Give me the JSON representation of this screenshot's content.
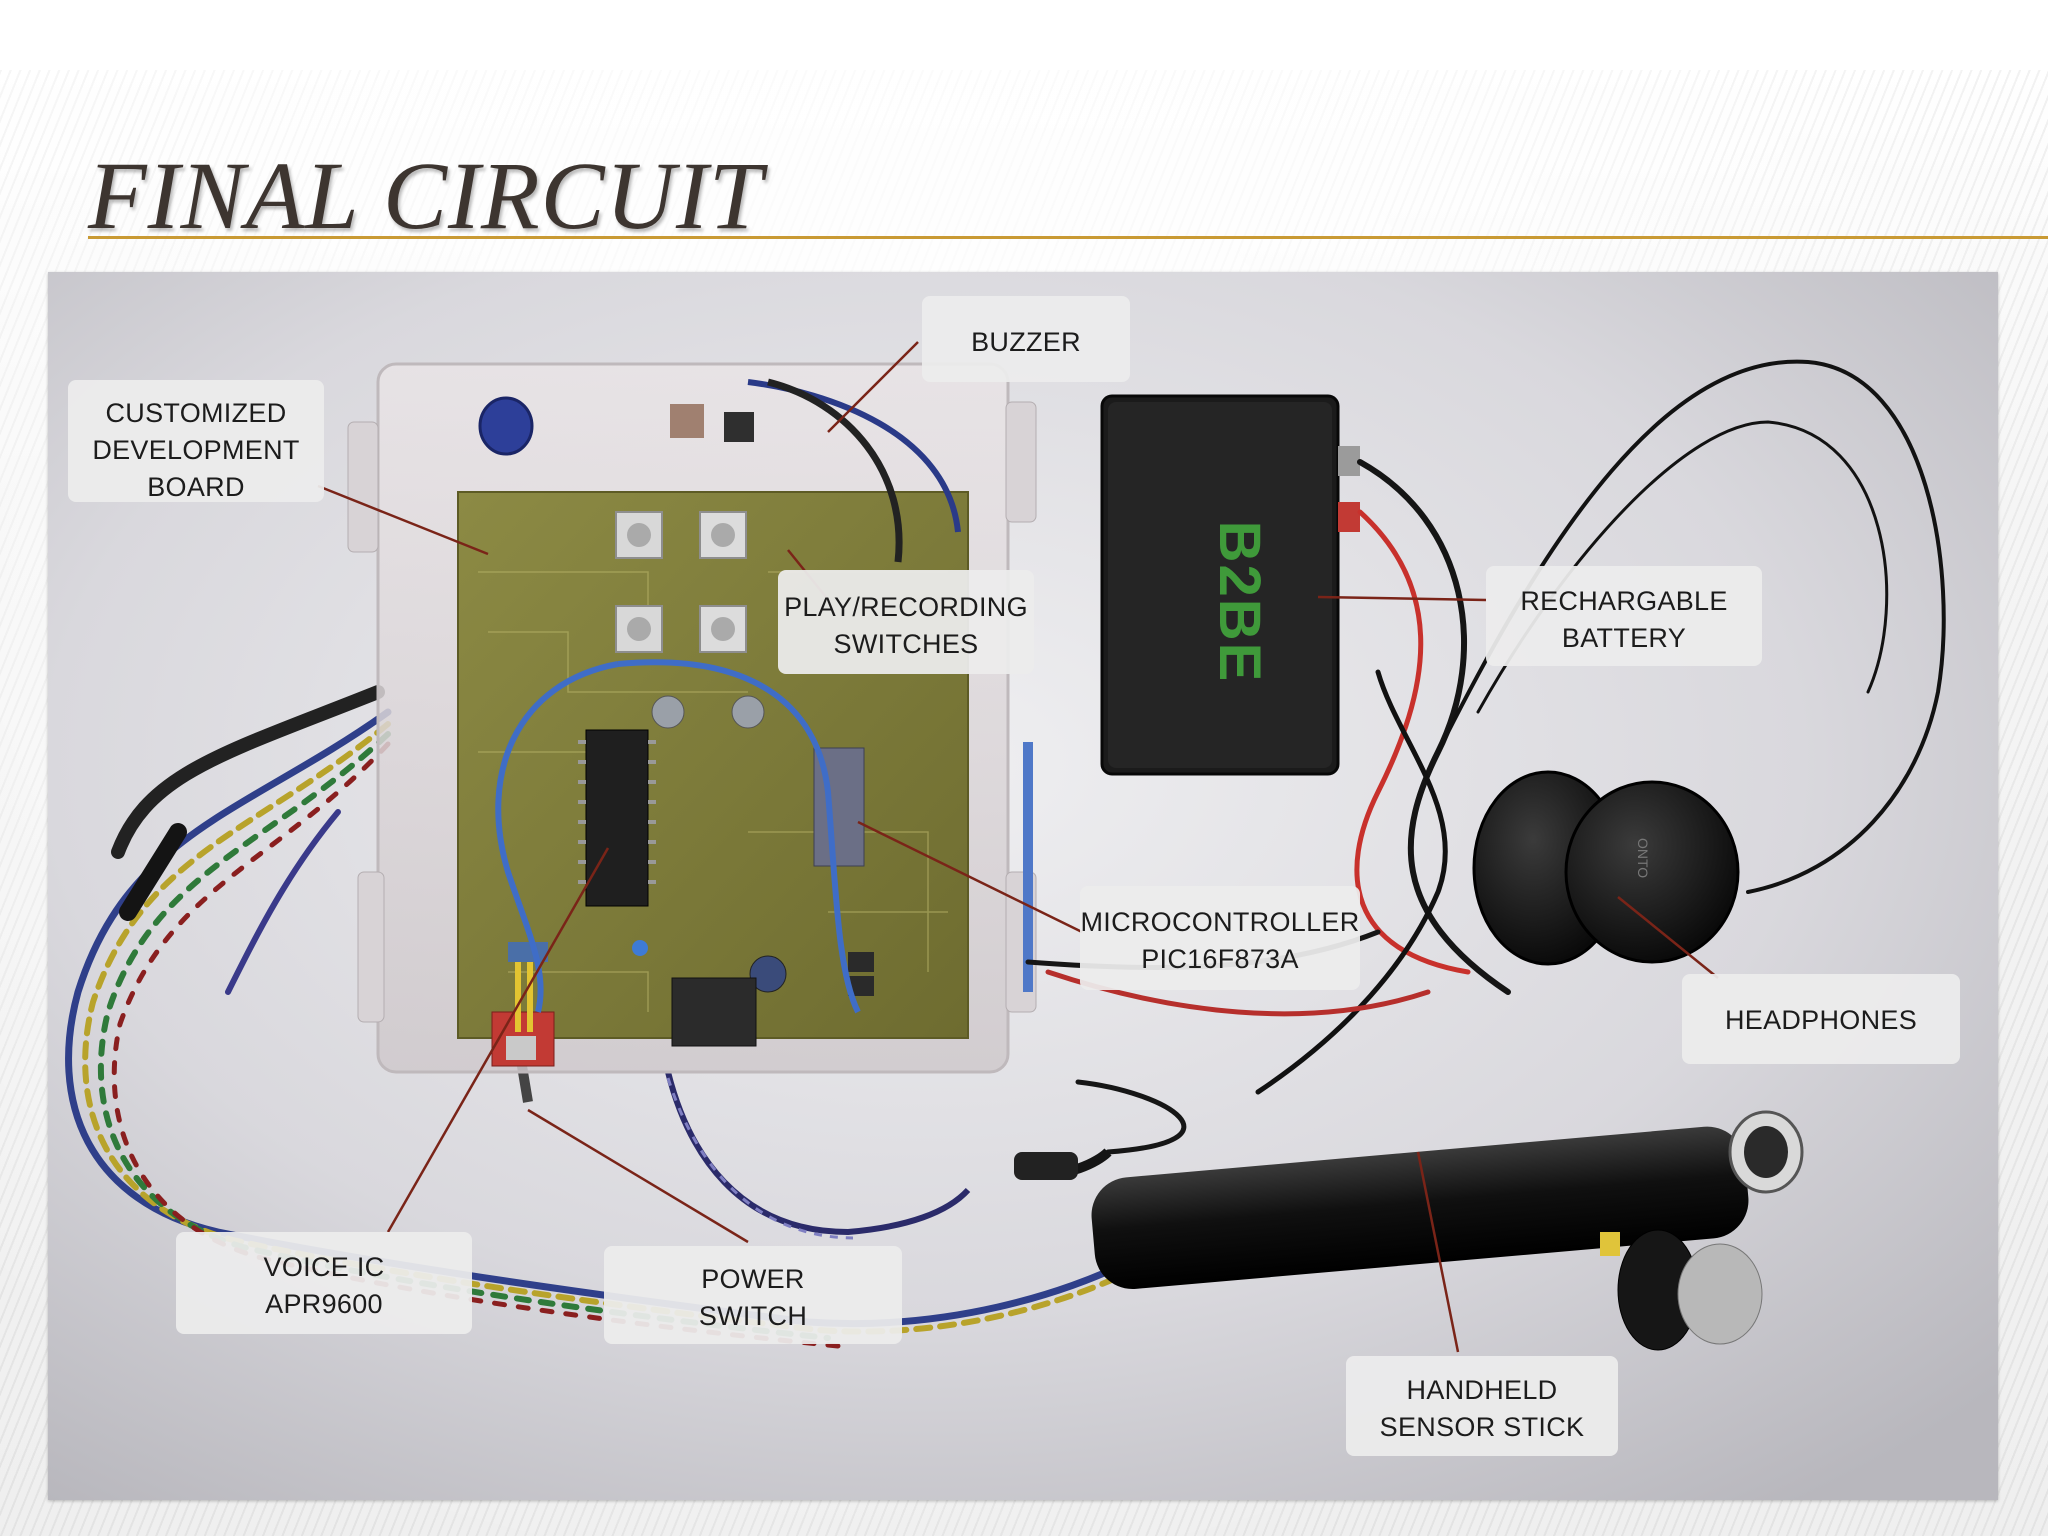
{
  "slide": {
    "title": "FINAL CIRCUIT"
  },
  "photo": {
    "callouts": {
      "buzzer": [
        "BUZZER"
      ],
      "board": [
        "CUSTOMIZED",
        "DEVELOPMENT",
        "BOARD"
      ],
      "switches": [
        "PLAY/RECORDING",
        "SWITCHES"
      ],
      "battery": [
        "RECHARGABLE",
        "BATTERY"
      ],
      "micro": [
        "MICROCONTROLLER",
        "PIC16F873A"
      ],
      "headphones": [
        "HEADPHONES"
      ],
      "voice": [
        "VOICE IC",
        "APR9600"
      ],
      "power": [
        "POWER",
        "SWITCH"
      ],
      "stick": [
        "HANDHELD",
        "SENSOR STICK"
      ]
    }
  },
  "colors": {
    "accent_rule": "#c99a34",
    "title_text": "#3d3530",
    "leader_line": "#7a2418"
  }
}
